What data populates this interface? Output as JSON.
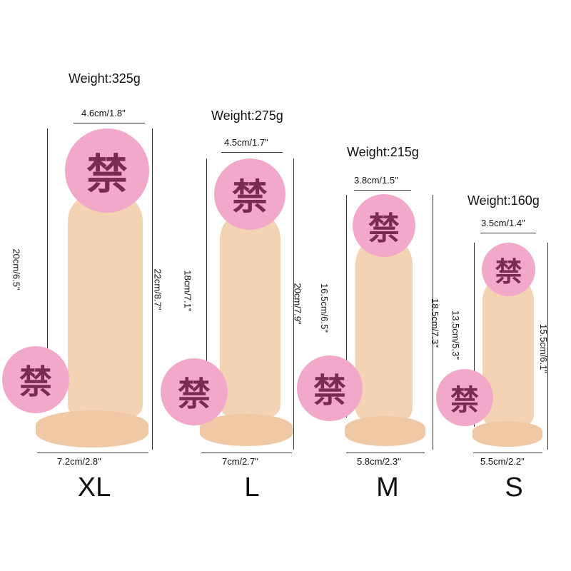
{
  "products": [
    {
      "size_label": "XL",
      "weight": "Weight:325g",
      "top_width": "4.6cm/1.8\"",
      "base_width": "7.2cm/2.8\"",
      "insertable_length": "20cm/6.5\"",
      "total_length": "22cm/8.7\""
    },
    {
      "size_label": "L",
      "weight": "Weight:275g",
      "top_width": "4.5cm/1.7\"",
      "base_width": "7cm/2.7\"",
      "insertable_length": "18cm/7.1\"",
      "total_length": "20cm/7.9\""
    },
    {
      "size_label": "M",
      "weight": "Weight:215g",
      "top_width": "3.8cm/1.5\"",
      "base_width": "5.8cm/2.3\"",
      "insertable_length": "16.5cm/6.5\"",
      "total_length": "18.5cm/7.3\""
    },
    {
      "size_label": "S",
      "weight": "Weight:160g",
      "top_width": "3.5cm/1.4\"",
      "base_width": "5.5cm/2.2\"",
      "insertable_length": "13.5cm/5.3\"",
      "total_length": "15.5cm/6.1\""
    }
  ],
  "censor_glyph": "禁"
}
